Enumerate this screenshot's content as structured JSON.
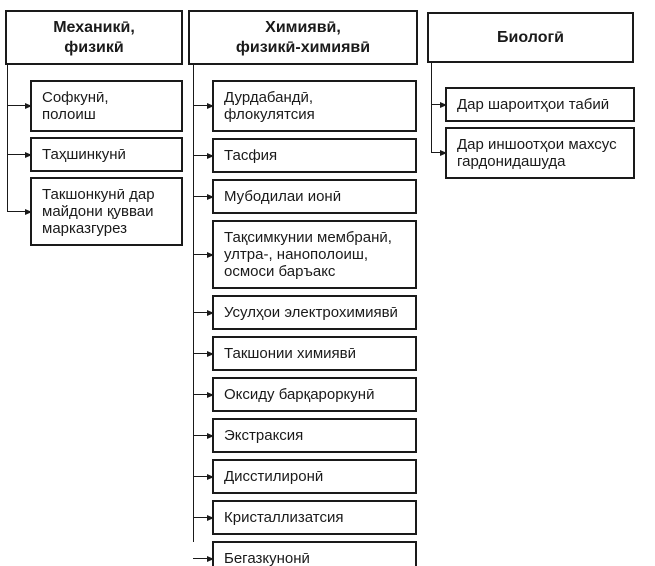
{
  "colors": {
    "border": "#1a1a1a",
    "text": "#1a1a1a",
    "background": "#ffffff"
  },
  "diagram": {
    "columns": [
      {
        "header": "Механикӣ,\nфизикӣ",
        "items": [
          "Софкунӣ,\nполоиш",
          "Таҳшинкунӣ",
          "Такшонкунӣ дар майдони қувваи марказгурез"
        ]
      },
      {
        "header": "Химиявӣ,\nфизикӣ-химиявӣ",
        "items": [
          "Дурдабандӣ, флокулятсия",
          "Тасфия",
          "Мубодилаи ионӣ",
          "Тақсимкунии мембранӣ, ултра-, нанополоиш, осмоси баръакс",
          "Усулҳои электрохимиявӣ",
          "Такшонии химиявӣ",
          "Оксиду барқароркунӣ",
          "Экстраксия",
          "Дисстилиронӣ",
          "Кристаллизатсия",
          "Бегазкунонӣ"
        ]
      },
      {
        "header": "Биологӣ",
        "items": [
          "Дар шароитҳои табиӣ",
          "Дар иншоотҳои махсус гардонидашуда"
        ]
      }
    ]
  }
}
